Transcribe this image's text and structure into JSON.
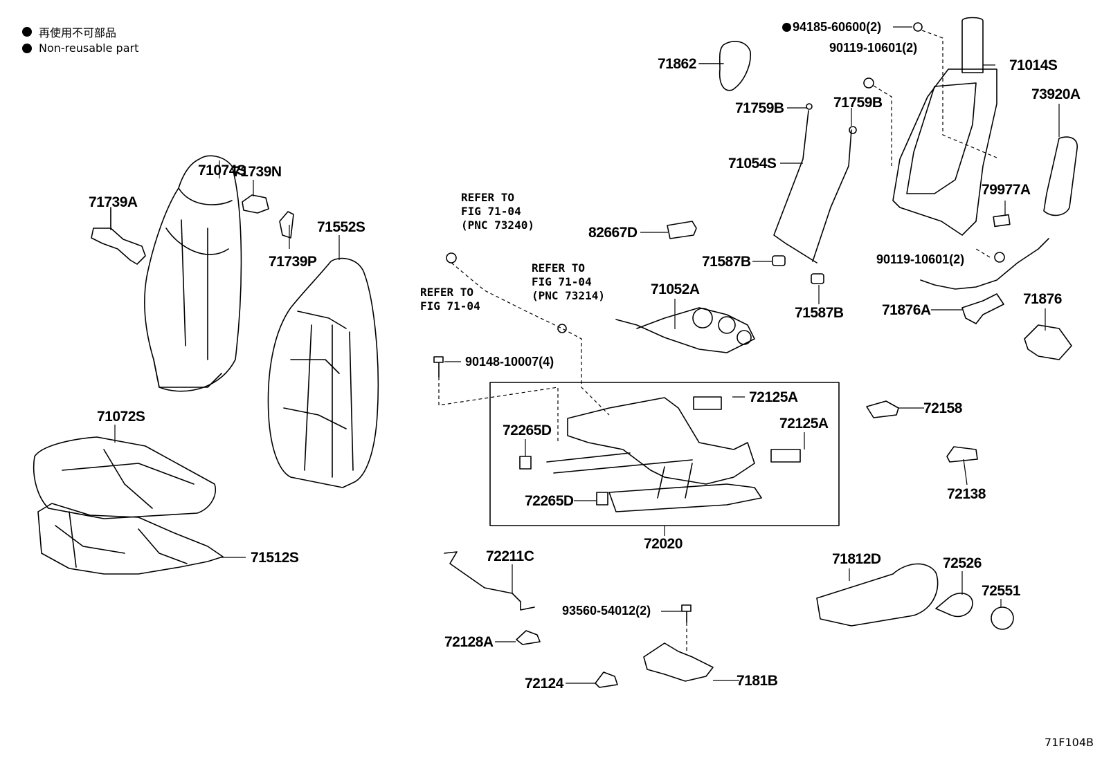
{
  "legend": {
    "ja": "再使用不可部品",
    "en": "Non-reusable part"
  },
  "figure_id": "71F104B",
  "refs": {
    "r1": [
      "REFER TO",
      "FIG 71-04",
      "(PNC 73240)"
    ],
    "r2": [
      "REFER TO",
      "FIG 71-04"
    ],
    "r3": [
      "REFER TO",
      "FIG 71-04",
      "(PNC 73214)"
    ]
  },
  "labels": {
    "p71739A": "71739A",
    "p71074S": "71074S",
    "p71739N": "71739N",
    "p71739P": "71739P",
    "p71552S": "71552S",
    "p71072S": "71072S",
    "p71512S": "71512S",
    "p71862": "71862",
    "p71759B_1": "71759B",
    "p71759B_2": "71759B",
    "p71054S": "71054S",
    "p82667D": "82667D",
    "p71587B_1": "71587B",
    "p71587B_2": "71587B",
    "p71052A": "71052A",
    "p94185": "94185-60600(2)",
    "p90119_top": "90119-10601(2)",
    "p90119_bot": "90119-10601(2)",
    "p71014S": "71014S",
    "p73920A": "73920A",
    "p79977A": "79977A",
    "p71876A": "71876A",
    "p71876": "71876",
    "p90148": "90148-10007(4)",
    "p72125A_1": "72125A",
    "p72125A_2": "72125A",
    "p72265D_1": "72265D",
    "p72265D_2": "72265D",
    "p72020": "72020",
    "p72158": "72158",
    "p72138": "72138",
    "p72211C": "72211C",
    "p93560": "93560-54012(2)",
    "p72128A": "72128A",
    "p72124": "72124",
    "p7181B": "7181B",
    "p71812D": "71812D",
    "p72526": "72526",
    "p72551": "72551"
  }
}
